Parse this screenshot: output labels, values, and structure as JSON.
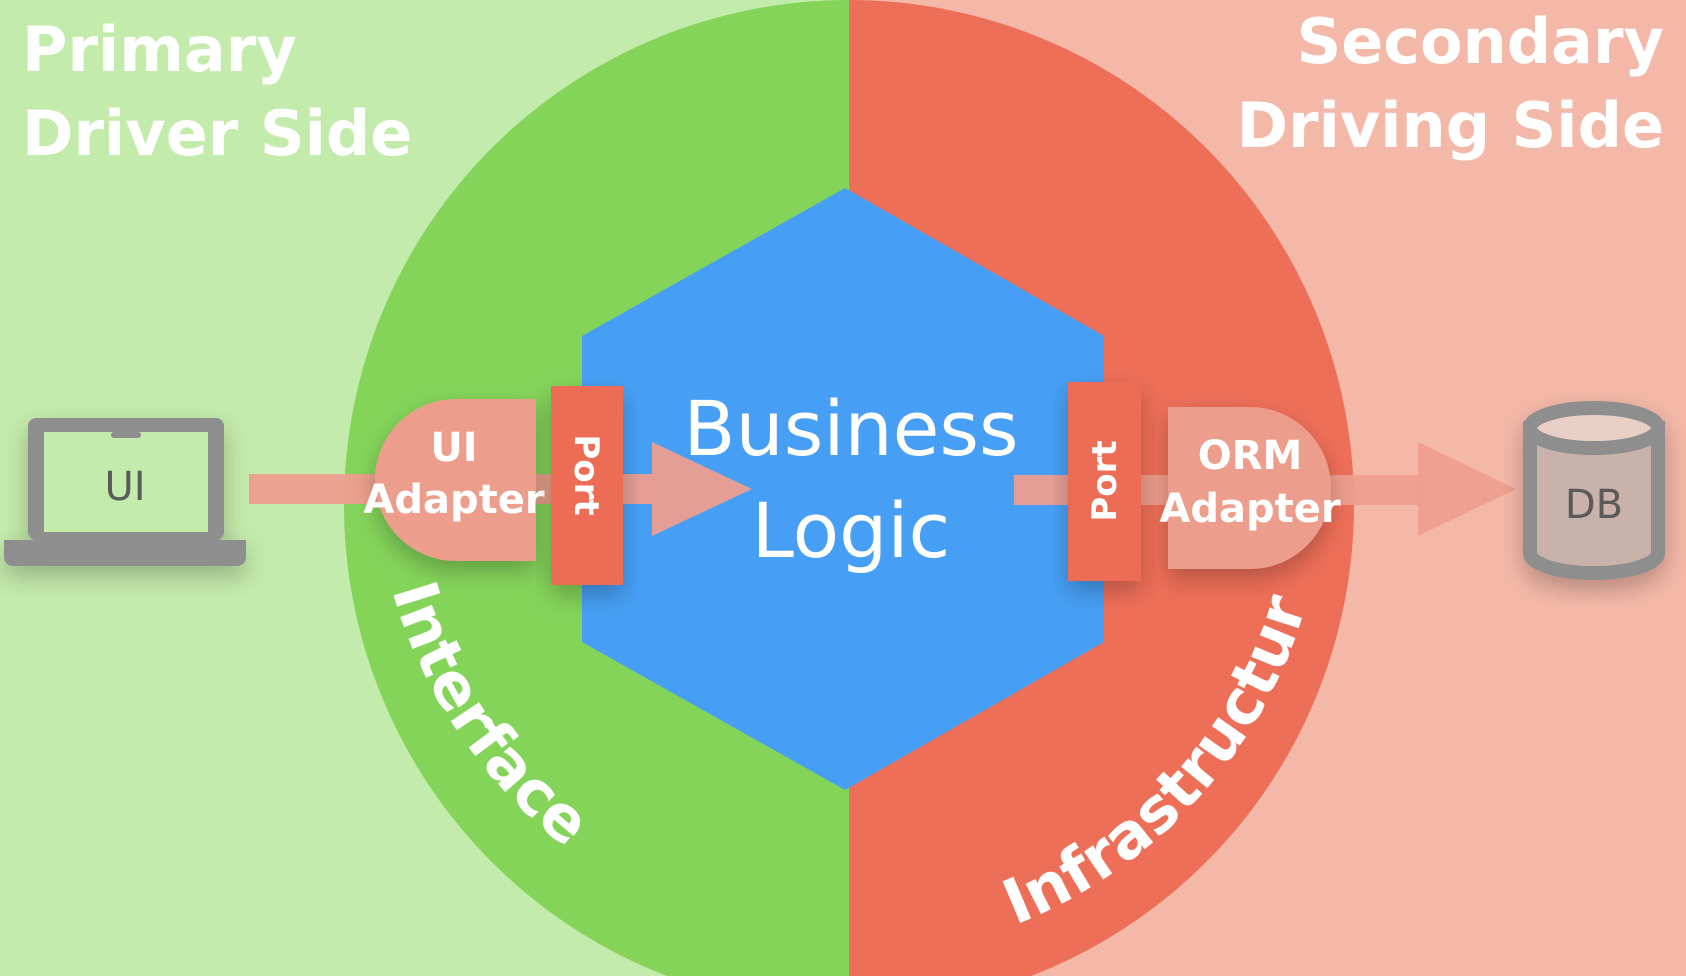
{
  "sides": {
    "primary": {
      "line1": "Primary",
      "line2": "Driver Side"
    },
    "secondary": {
      "line1": "Secondary",
      "line2": "Driving Side"
    }
  },
  "regions": {
    "interface": "Interface",
    "infrastructure": "Infrastructure"
  },
  "core": {
    "line1": "Business",
    "line2": "Logic"
  },
  "ports": {
    "left": "Port",
    "right": "Port"
  },
  "adapters": {
    "ui": {
      "line1": "UI",
      "line2": "Adapter"
    },
    "orm": {
      "line1": "ORM",
      "line2": "Adapter"
    }
  },
  "devices": {
    "ui": "UI",
    "db": "DB"
  },
  "colors": {
    "primary_bg": "#c3ebab",
    "secondary_bg": "#f4b8a8",
    "interface_green": "#84d45a",
    "infrastructure_red": "#ee6f58",
    "core_blue": "#479ff5",
    "port_red": "#ec6c56",
    "adapter_pink": "#ec9d8c",
    "arrow_pink": "#ee9e8f",
    "device_gray": "#8e8e8e"
  }
}
